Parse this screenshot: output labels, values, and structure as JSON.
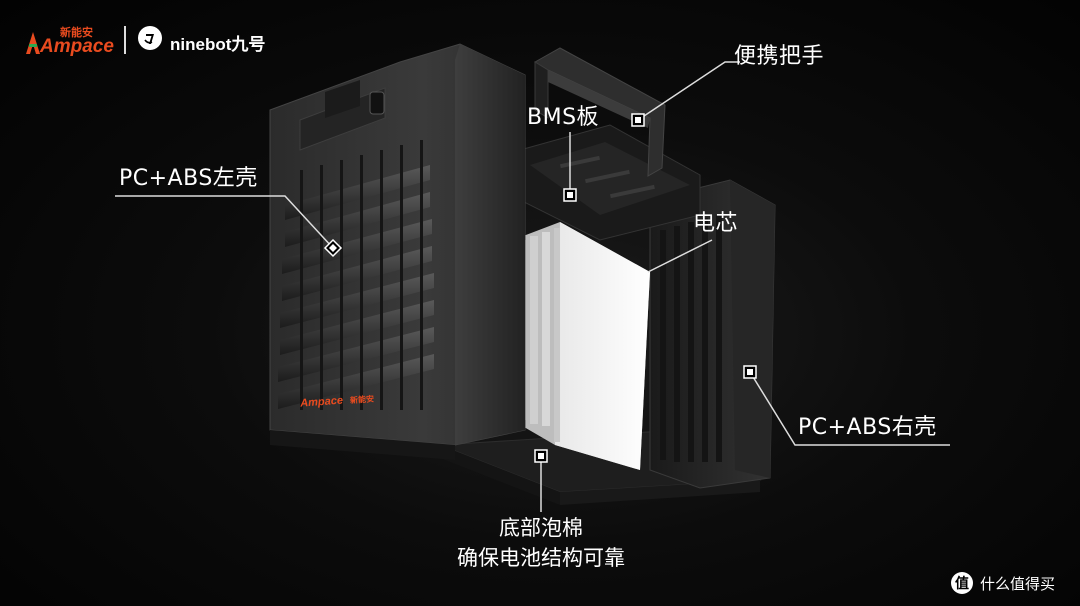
{
  "brand": {
    "ampace_cn": "新能安",
    "ampace_en": "Ampace",
    "partner": "ninebot九号",
    "pack_logo_en": "Ampace",
    "pack_logo_cn": "新能安"
  },
  "labels": {
    "handle": "便携把手",
    "bms": "BMS板",
    "left_shell": "PC+ABS左壳",
    "cells": "电芯",
    "right_shell": "PC+ABS右壳",
    "foam_line1": "底部泡棉",
    "foam_line2": "确保电池结构可靠"
  },
  "watermark": {
    "icon": "value-icon",
    "text": "什么值得买"
  },
  "colors": {
    "brand_orange": "#e94b1f",
    "label_white": "#ffffff",
    "leader_line": "#dddddd"
  }
}
